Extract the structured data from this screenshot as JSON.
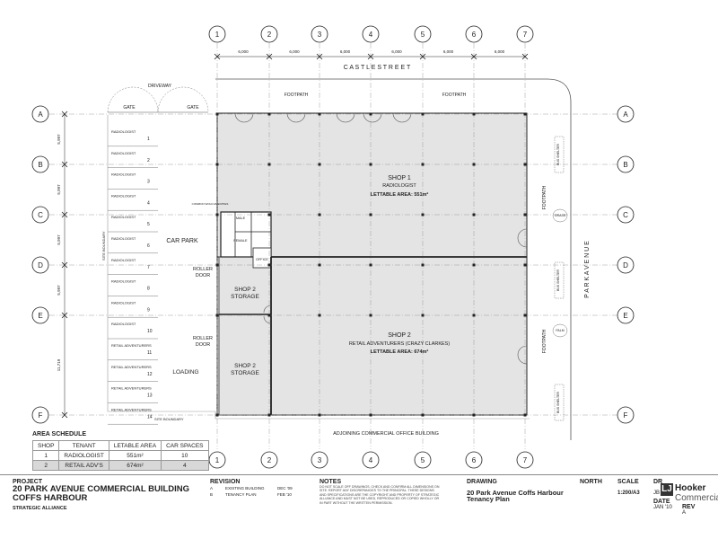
{
  "grid": {
    "columns": [
      "1",
      "2",
      "3",
      "4",
      "5",
      "6",
      "7"
    ],
    "rows": [
      "A",
      "B",
      "C",
      "D",
      "E",
      "F"
    ],
    "col_dims": [
      "6,000",
      "6,000",
      "6,000",
      "6,000",
      "6,000",
      "6,000"
    ],
    "row_dims": [
      "5,997",
      "5,997",
      "5,997",
      "5,997",
      "11,719"
    ]
  },
  "streets": {
    "castle": "C A S T L E   S T R E E T",
    "park": "P A R K   A V E N U E"
  },
  "labels": {
    "driveway": "DRIVEWAY",
    "gate": "GATE",
    "footpath": "FOOTPATH",
    "car_park": "CAR PARK",
    "roller_door": [
      "ROLLER",
      "DOOR"
    ],
    "loading": "LOADING",
    "shop2_storage": [
      "SHOP 2",
      "STORAGE"
    ],
    "male": "MALE",
    "female": "FEMALE",
    "office": "OFFICE",
    "common_amenity": "COMMON WOLD AMENITIES",
    "site_boundary": "SITE BOUNDARY",
    "adjoining": "ADJOINING COMMERCIAL OFFICE BUILDING",
    "bus_shelter": "BUS SHELTER",
    "grass": "GRASS",
    "palm": "PALM"
  },
  "shops": [
    {
      "name": "SHOP 1",
      "tenant": "RADIOLOGIST",
      "area": "LETTABLE AREA: 551m²"
    },
    {
      "name": "SHOP 2",
      "tenant": "RETAIL ADVENTURERS (CRAZY CLARKES)",
      "area": "LETTABLE AREA: 674m²"
    }
  ],
  "parking": [
    {
      "tenant": "RADIOLOGIST",
      "num": "1"
    },
    {
      "tenant": "RADIOLOGIST",
      "num": "2"
    },
    {
      "tenant": "RADIOLOGIST",
      "num": "3"
    },
    {
      "tenant": "RADIOLOGIST",
      "num": "4"
    },
    {
      "tenant": "RADIOLOGIST",
      "num": "5"
    },
    {
      "tenant": "RADIOLOGIST",
      "num": "6"
    },
    {
      "tenant": "RADIOLOGIST",
      "num": "7"
    },
    {
      "tenant": "RADIOLOGIST",
      "num": "8"
    },
    {
      "tenant": "RADIOLOGIST",
      "num": "9"
    },
    {
      "tenant": "RADIOLOGIST",
      "num": "10"
    },
    {
      "tenant": "RETAIL ADVENTURERS",
      "num": "11"
    },
    {
      "tenant": "RETAIL ADVENTURERS",
      "num": "12"
    },
    {
      "tenant": "RETAIL ADVENTURERS",
      "num": "13"
    },
    {
      "tenant": "RETAIL ADVENTURERS",
      "num": "14"
    }
  ],
  "area_schedule": {
    "title": "AREA SCHEDULE",
    "headers": [
      "SHOP",
      "TENANT",
      "LETABLE AREA",
      "CAR SPACES"
    ],
    "rows": [
      [
        "1",
        "RADIOLOGIST",
        "551m²",
        "10"
      ],
      [
        "2",
        "RETAIL ADV'S",
        "674m²",
        "4"
      ]
    ]
  },
  "title_block": {
    "project_label": "PROJECT",
    "project_name": "20 PARK AVENUE COMMERCIAL BUILDING",
    "project_place": "COFFS HARBOUR",
    "client": "STRATEGIC ALLIANCE",
    "revision_label": "REVISION",
    "revisions": [
      {
        "code": "A",
        "desc": "EXISTING BUILDING",
        "date": "DEC '09"
      },
      {
        "code": "B",
        "desc": "TENANCY PLAN",
        "date": "FEB '10"
      }
    ],
    "notes_label": "NOTES",
    "notes_text": "DO NOT SCALE OFF DRAWINGS. CHECK AND CONFIRM ALL DIMENSIONS ON SITE. REPORT ANY DISCREPANCIES TO THE PRINCIPAL. THESE DESIGNS AND SPECIFICATIONS ARE THE COPYRIGHT AND PROPERTY OF STRATEGIC ALLIANCE AND MUST NOT BE USED, REPRODUCED OR COPIED WHOLLY OR IN PART WITHOUT THE WRITTEN PERMISSION.",
    "drawing_label": "DRAWING",
    "drawing_title_1": "20 Park Avenue Coffs Harbour",
    "drawing_title_2": "Tenancy Plan",
    "north_label": "NORTH",
    "scale_label": "SCALE",
    "scale_value": "1:200/A3",
    "drawn_label": "DR",
    "drawn_value": "JB",
    "date_label": "DATE",
    "date_value": "JAN '10",
    "rev_label": "REV",
    "rev_value": "A"
  },
  "logo": {
    "mark": "LJ",
    "line1": "Hooker",
    "line2": "Commercial"
  }
}
